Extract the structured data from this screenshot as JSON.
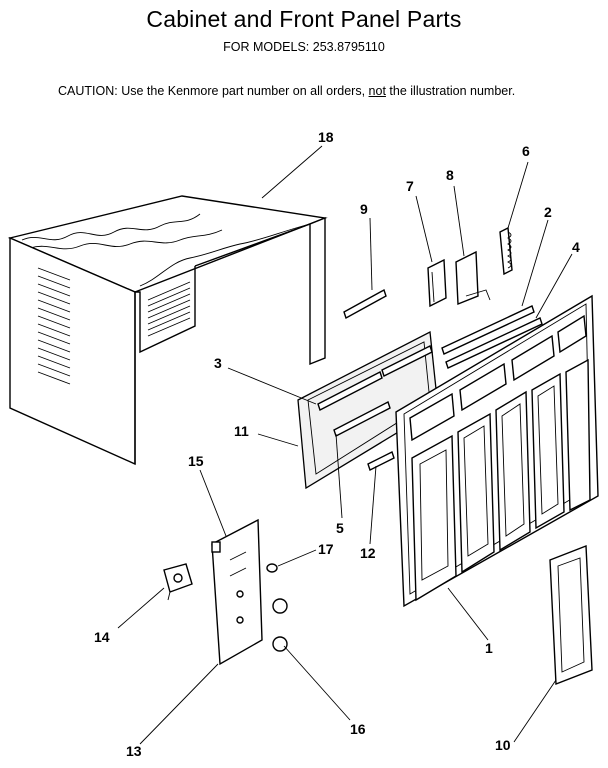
{
  "header": {
    "title": "Cabinet and Front Panel Parts",
    "subtitle": "FOR MODELS:  253.8795110",
    "caution_prefix": "CAUTION:  Use the Kenmore part number on all orders, ",
    "caution_emphasis": "not",
    "caution_suffix": " the illustration number."
  },
  "callouts": [
    "1",
    "2",
    "3",
    "4",
    "5",
    "6",
    "7",
    "8",
    "9",
    "10",
    "11",
    "12",
    "13",
    "14",
    "15",
    "16",
    "17",
    "18"
  ]
}
